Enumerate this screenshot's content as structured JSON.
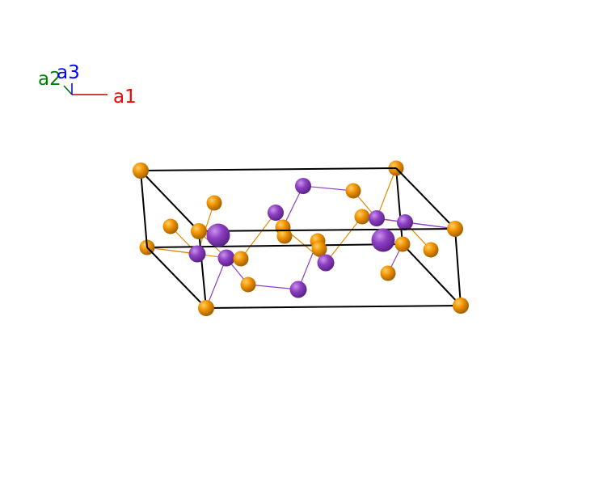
{
  "axes": {
    "a1": {
      "label": "a1",
      "color": "#ff0000"
    },
    "a2": {
      "label": "a2",
      "color": "#008000"
    },
    "a3": {
      "label": "a3",
      "color": "#0000ff"
    }
  },
  "colors": {
    "cell_edge": "#000000",
    "atom_orange": "#e58a00",
    "atom_purple": "#8f40c4",
    "bond_orange": "#e58a00",
    "bond_purple": "#8f40c4"
  }
}
